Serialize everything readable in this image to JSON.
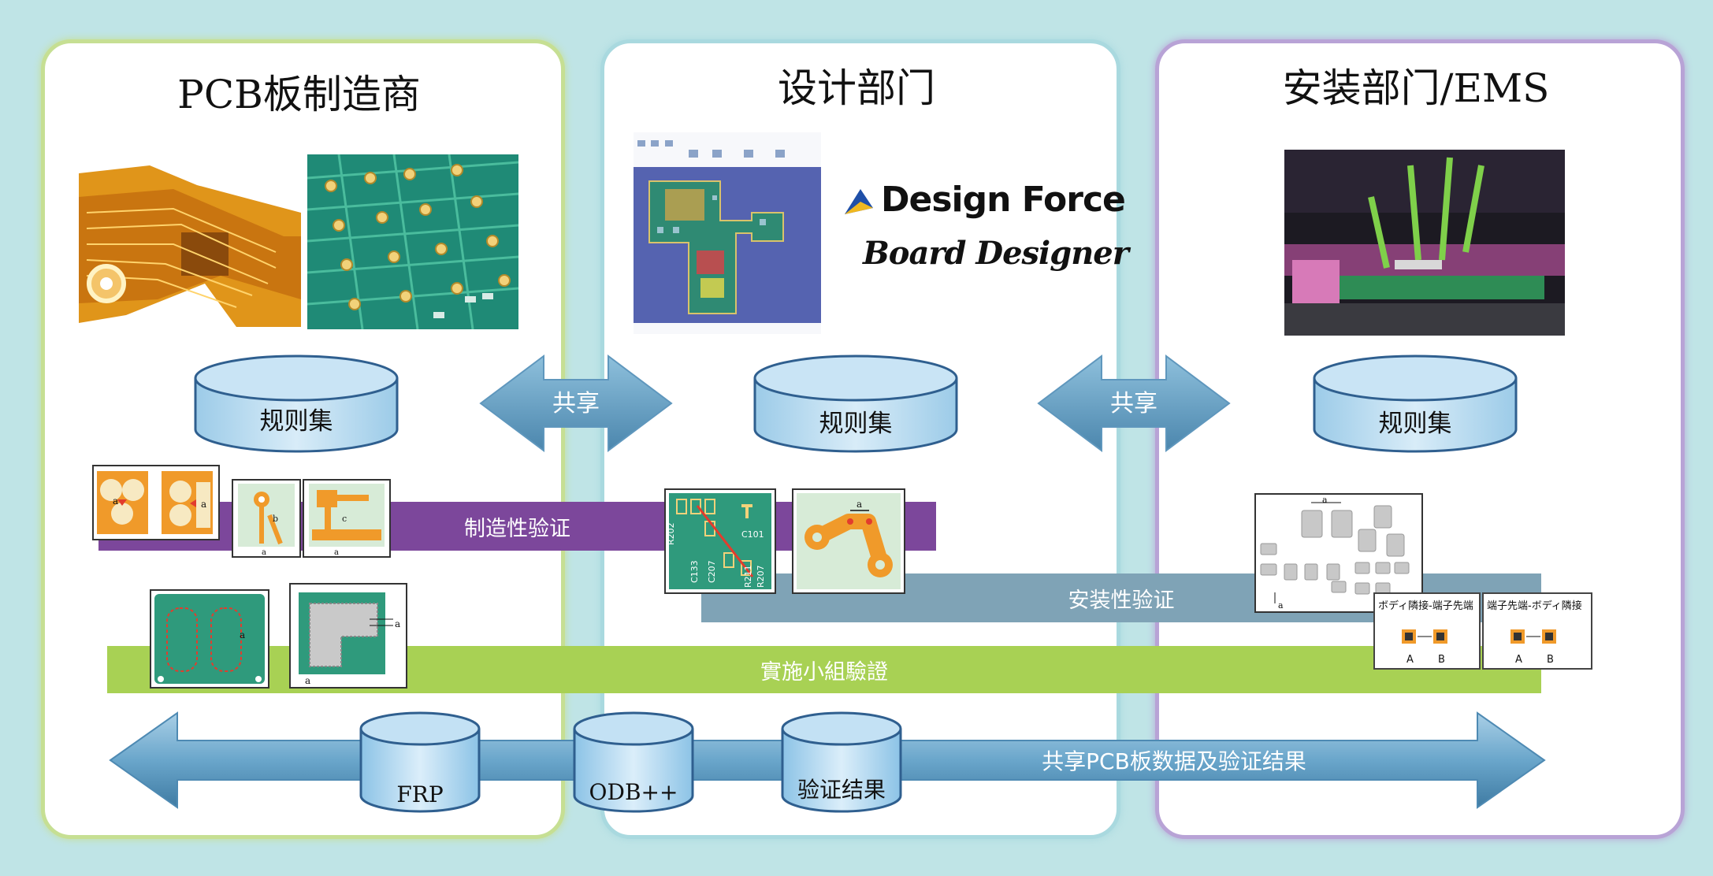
{
  "panels": {
    "pcb_maker": {
      "title": "PCB板制造商"
    },
    "design": {
      "title": "设计部门"
    },
    "assembly": {
      "title": "安装部门/EMS"
    }
  },
  "logos": {
    "design_force": "Design Force",
    "board_designer": "Board Designer"
  },
  "rule_sets": {
    "pcb": "规则集",
    "design": "规则集",
    "assembly": "规则集"
  },
  "share_arrows": {
    "left": "共享",
    "right": "共享"
  },
  "bars": {
    "manufacturability": "制造性验证",
    "assembly": "安装性验证",
    "implementation": "實施小組驗證"
  },
  "bottom": {
    "arrow_label": "共享PCB板数据及验证结果",
    "databases": [
      "FRP",
      "ODB++",
      "验证结果"
    ]
  },
  "thumb_labels": {
    "a": "a",
    "b": "b",
    "c": "c",
    "A": "A",
    "B": "B",
    "body_gap": "ボディ隣接-端子先端",
    "term_gap": "端子先端-ボディ隣接",
    "r202": "R202",
    "c101": "C101",
    "c133": "C133",
    "c207": "C207",
    "r211": "R211",
    "r207": "R207"
  },
  "colors": {
    "purple_bar": "#7c479b",
    "steel_bar": "#7fa3b6",
    "green_bar": "#a8d154",
    "arrow_blue": "#5f9cbf",
    "db_fill": "#b8d9ee",
    "pcb_green": "#2f9a7c",
    "pad_orange": "#f09a2a"
  }
}
